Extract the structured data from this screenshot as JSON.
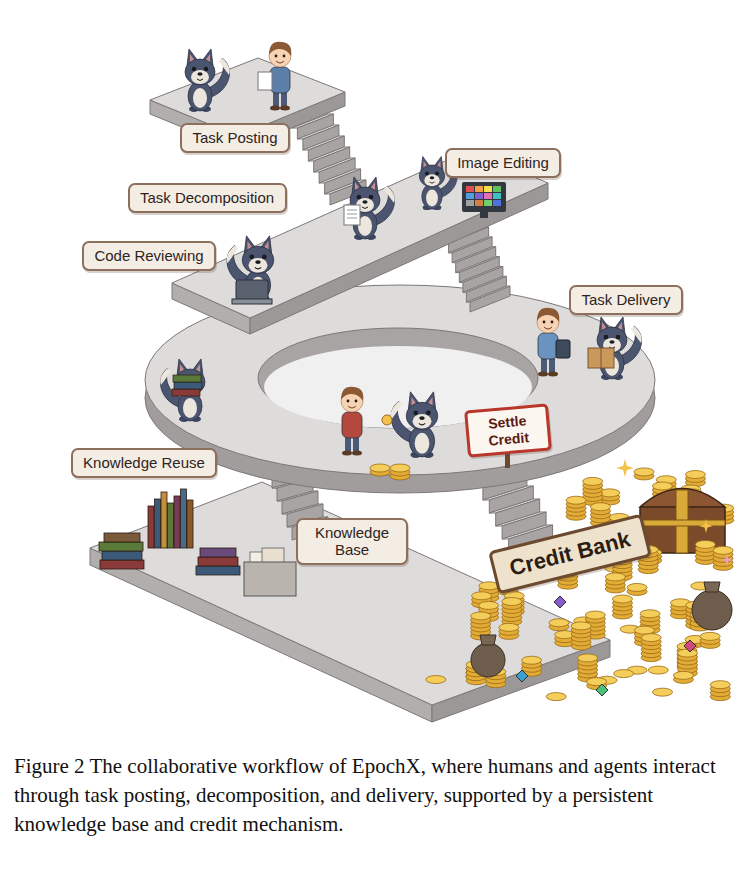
{
  "diagram": {
    "caption": "Figure 2 The collaborative workflow of EpochX, where humans and agents interact through task posting, decomposition, and delivery, supported by a persistent knowledge base and credit mechanism.",
    "nodes": [
      {
        "text": [
          "Task Posting"
        ]
      },
      {
        "text": [
          "Task Decomposition"
        ]
      },
      {
        "text": [
          "Image Editing"
        ]
      },
      {
        "text": [
          "Code Reviewing"
        ]
      },
      {
        "text": [
          "Task Delivery"
        ]
      },
      {
        "text": [
          "Knowledge Reuse"
        ]
      },
      {
        "text": [
          "Settle Credit"
        ]
      },
      {
        "text": [
          "Knowledge Base"
        ]
      },
      {
        "text": [
          "Credit Bank"
        ]
      }
    ]
  }
}
